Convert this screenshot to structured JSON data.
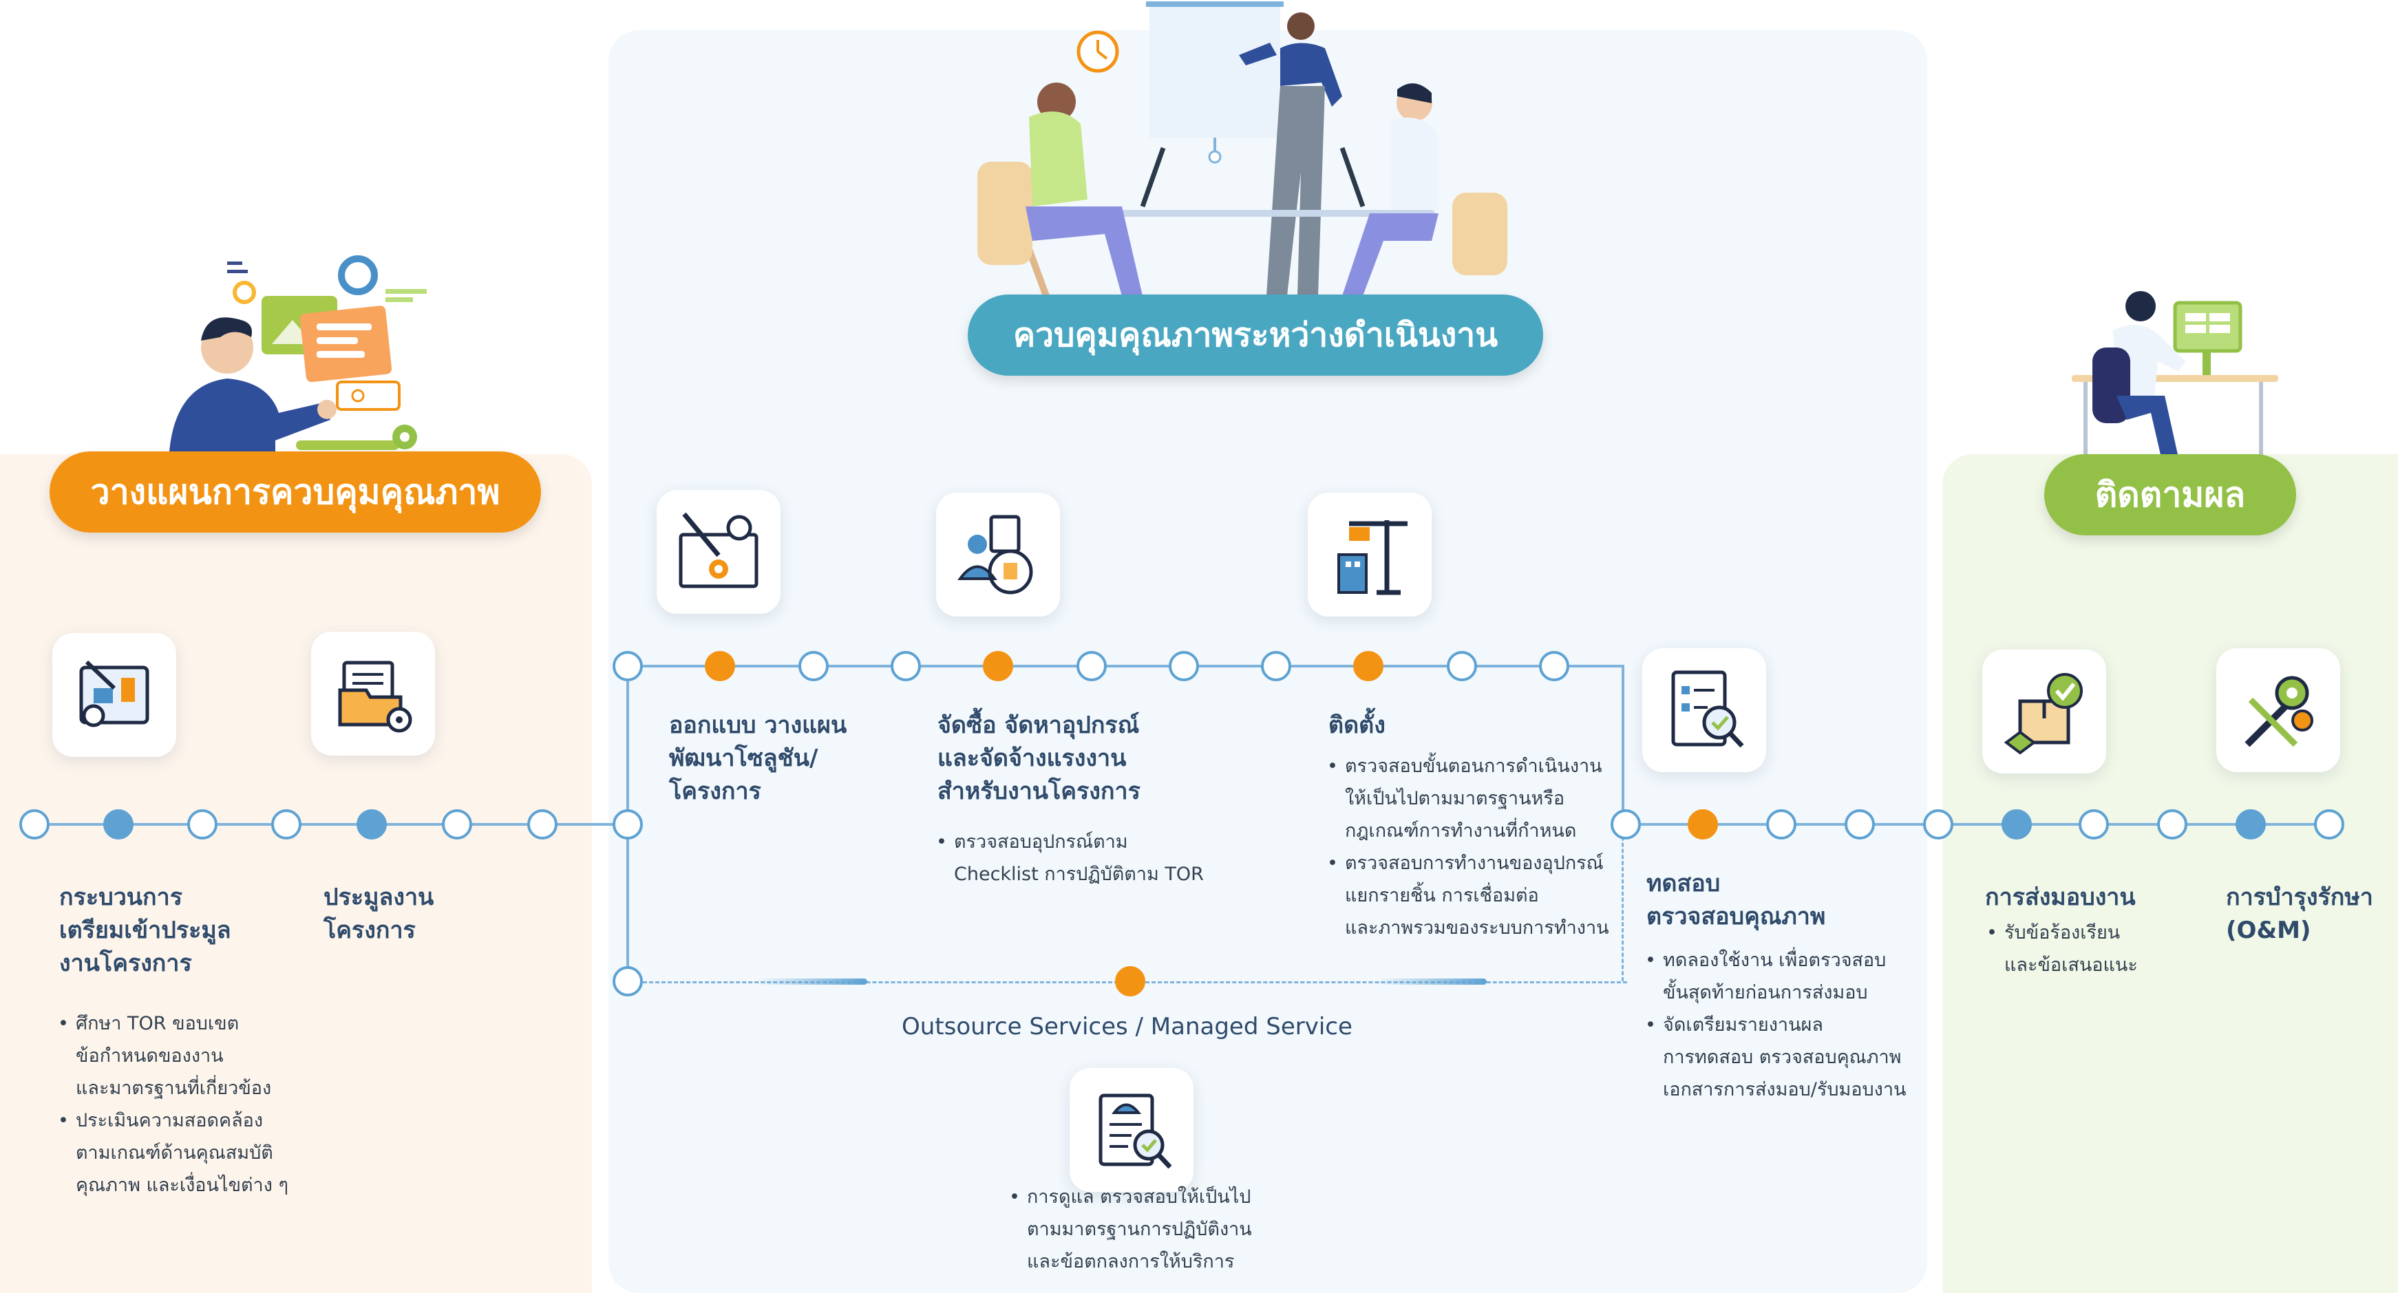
{
  "phases": {
    "plan": "วางแผนการควบคุมคุณภาพ",
    "control": "ควบคุมคุณภาพระหว่างดำเนินงาน",
    "follow": "ติดตามผล"
  },
  "steps": {
    "prep": {
      "title": "กระบวนการ\nเตรียมเข้าประมูล\nงานโครงการ",
      "bullets": [
        "ศึกษา TOR ขอบเขต\nข้อกำหนดของงาน\nและมาตรฐานที่เกี่ยวข้อง",
        "ประเมินความสอดคล้อง\nตามเกณฑ์ด้านคุณสมบัติ\nคุณภาพ และเงื่อนไขต่าง ๆ"
      ]
    },
    "bid": {
      "title": "ประมูลงาน\nโครงการ"
    },
    "design": {
      "title": "ออกแบบ วางแผน\nพัฒนาโซลูชัน/\nโครงการ"
    },
    "procure": {
      "title": "จัดซื้อ จัดหาอุปกรณ์\nและจัดจ้างแรงงาน\nสำหรับงานโครงการ",
      "bullets": [
        "ตรวจสอบอุปกรณ์ตาม\nChecklist การปฏิบัติตาม TOR"
      ]
    },
    "install": {
      "title": "ติดตั้ง",
      "bullets": [
        "ตรวจสอบขั้นตอนการดำเนินงาน\nให้เป็นไปตามมาตรฐานหรือ\nกฎเกณฑ์การทำงานที่กำหนด",
        "ตรวจสอบการทำงานของอุปกรณ์\nแยกรายชิ้น การเชื่อมต่อ\nและภาพรวมของระบบการทำงาน"
      ]
    },
    "outsource": {
      "title": "Outsource Services / Managed Service",
      "bullets": [
        "การดูแล ตรวจสอบให้เป็นไป\nตามมาตรฐานการปฏิบัติงาน\nและข้อตกลงการให้บริการ"
      ]
    },
    "test": {
      "title": "ทดสอบ\nตรวจสอบคุณภาพ",
      "bullets": [
        "ทดลองใช้งาน เพื่อตรวจสอบ\nขั้นสุดท้ายก่อนการส่งมอบ",
        "จัดเตรียมรายงานผล\nการทดสอบ ตรวจสอบคุณภาพ\nเอกสารการส่งมอบ/รับมอบงาน"
      ]
    },
    "delivery": {
      "title": "การส่งมอบงาน",
      "bullets": [
        "รับข้อร้องเรียน\nและข้อเสนอแนะ"
      ]
    },
    "maintenance": {
      "title": "การบำรุงรักษา\n(O&M)"
    }
  },
  "icons": {
    "prep": "blueprint-gear-icon",
    "bid": "folder-gear-icon",
    "design": "design-plan-icon",
    "procure": "procurement-worker-icon",
    "install": "crane-building-icon",
    "test": "checklist-search-icon",
    "delivery": "package-check-icon",
    "maintenance": "wrench-gear-icon",
    "outsource": "engineer-document-icon"
  },
  "colors": {
    "orange": "#f39314",
    "blue": "#4aa7c2",
    "green": "#93c047",
    "timeline": "#5ea2d3"
  }
}
